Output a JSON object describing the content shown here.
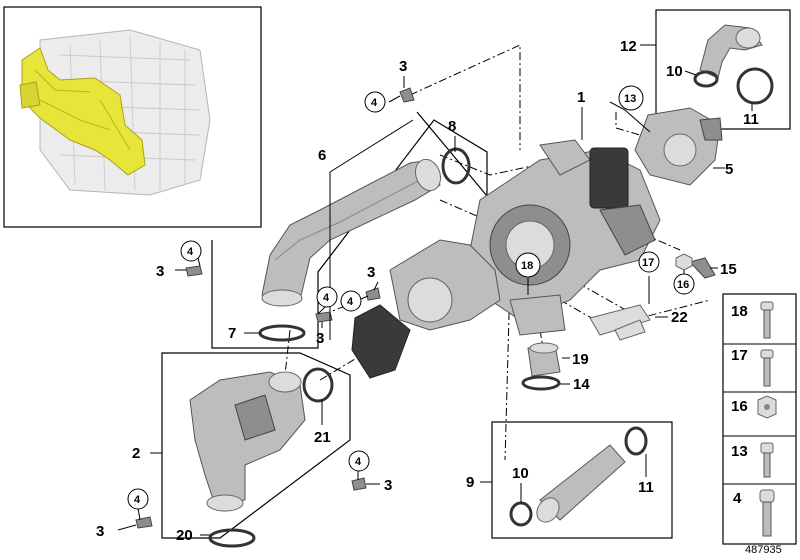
{
  "diagram": {
    "reference_number": "487935",
    "callouts": {
      "c1": "1",
      "c2": "2",
      "c3": "3",
      "c4": "4",
      "c5": "5",
      "c6": "6",
      "c7": "7",
      "c8": "8",
      "c9": "9",
      "c10": "10",
      "c11": "11",
      "c12": "12",
      "c13": "13",
      "c14": "14",
      "c15": "15",
      "c16": "16",
      "c17": "17",
      "c18": "18",
      "c19": "19",
      "c20": "20",
      "c21": "21",
      "c22": "22"
    },
    "legend": [
      "18",
      "17",
      "16",
      "13",
      "4"
    ]
  }
}
